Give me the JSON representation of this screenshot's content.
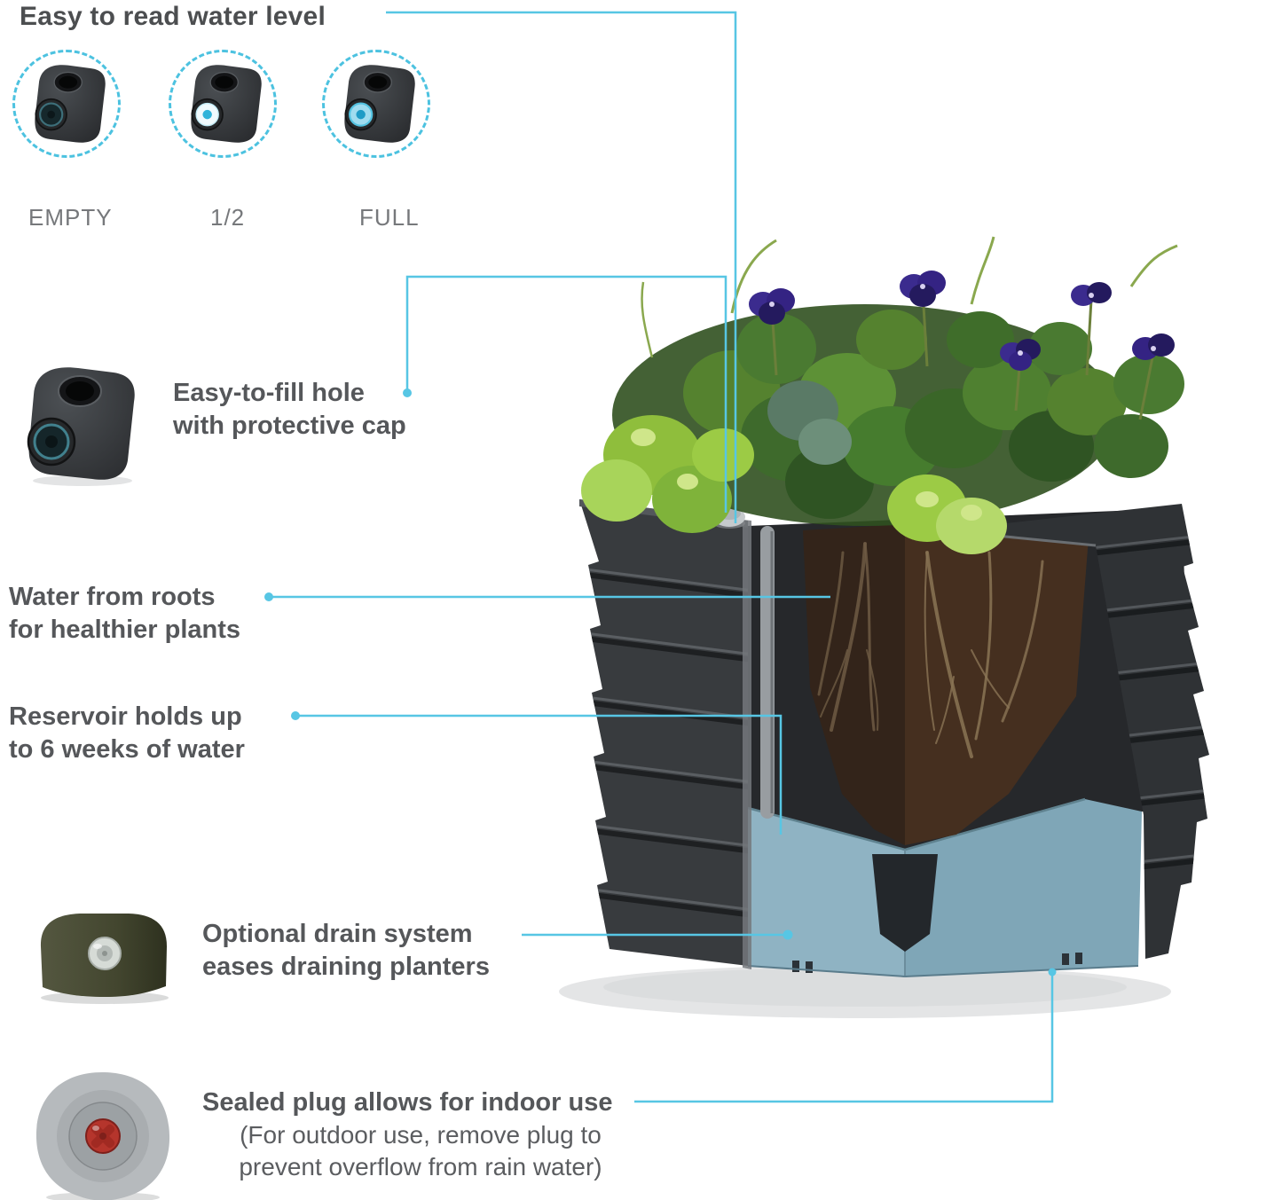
{
  "colors": {
    "accent_line": "#57c6e4",
    "heading_text": "#4c4e50",
    "body_text": "#5b5d60",
    "label_text": "#76787b"
  },
  "water_level": {
    "heading": "Easy to read water level",
    "labels": [
      "EMPTY",
      "1/2",
      "FULL"
    ]
  },
  "callouts": {
    "fill_hole": [
      "Easy-to-fill hole",
      "with protective cap"
    ],
    "roots": [
      "Water from roots",
      "for healthier  plants"
    ],
    "reservoir": [
      "Reservoir holds up",
      "to 6 weeks of water"
    ],
    "drain": [
      "Optional drain system",
      "eases draining planters"
    ],
    "plug_title": "Sealed plug allows for indoor use",
    "plug_note": [
      "(For outdoor use, remove plug to",
      "prevent overflow from rain water)"
    ]
  },
  "images": {
    "gauge_empty": "water-level-gauge-empty",
    "gauge_half": "water-level-gauge-half",
    "gauge_full": "water-level-gauge-full",
    "fill_hole": "fill-hole-with-protective-cap",
    "drain": "optional-drain-system-plug",
    "sealed_plug": "sealed-red-plug",
    "planter": "corner-planter-cutaway-with-plants"
  }
}
